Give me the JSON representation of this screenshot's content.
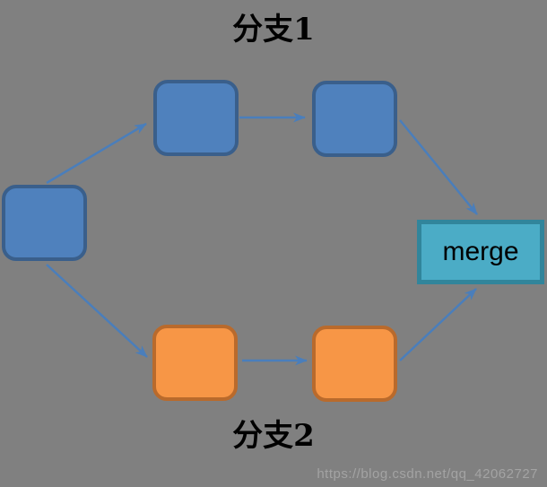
{
  "diagram": {
    "type": "flowchart",
    "description": "Two git-style branches diverging from a start commit and converging into a merge node",
    "titles": {
      "branch1": "分支1",
      "branch2": "分支2"
    },
    "merge": {
      "label": "merge"
    },
    "nodes": [
      {
        "id": "start",
        "branch": "root",
        "fill": "#4F81BD",
        "border": "#3A5F8B",
        "label": ""
      },
      {
        "id": "branch1-node-1",
        "branch": "branch1",
        "fill": "#4F81BD",
        "border": "#3A5F8B",
        "label": ""
      },
      {
        "id": "branch1-node-2",
        "branch": "branch1",
        "fill": "#4F81BD",
        "border": "#3A5F8B",
        "label": ""
      },
      {
        "id": "branch2-node-1",
        "branch": "branch2",
        "fill": "#F79646",
        "border": "#B96A2C",
        "label": ""
      },
      {
        "id": "branch2-node-2",
        "branch": "branch2",
        "fill": "#F79646",
        "border": "#B96A2C",
        "label": ""
      },
      {
        "id": "merge",
        "branch": "merge",
        "fill": "#4BACC6",
        "border": "#31859B",
        "label": "merge"
      }
    ],
    "edges": [
      {
        "from": "start",
        "to": "branch1-node-1"
      },
      {
        "from": "branch1-node-1",
        "to": "branch1-node-2"
      },
      {
        "from": "branch1-node-2",
        "to": "merge"
      },
      {
        "from": "start",
        "to": "branch2-node-1"
      },
      {
        "from": "branch2-node-1",
        "to": "branch2-node-2"
      },
      {
        "from": "branch2-node-2",
        "to": "merge"
      }
    ],
    "colors": {
      "background": "#808080",
      "branch1_node_fill": "#4F81BD",
      "branch1_node_border": "#3A5F8B",
      "branch2_node_fill": "#F79646",
      "branch2_node_border": "#B96A2C",
      "merge_fill": "#4BACC6",
      "merge_border": "#31859B",
      "arrow": "#4A7EBB",
      "title_text": "#000000",
      "watermark_text": "#A3A3A3"
    }
  },
  "watermark": {
    "text": "https://blog.csdn.net/qq_42062727"
  }
}
